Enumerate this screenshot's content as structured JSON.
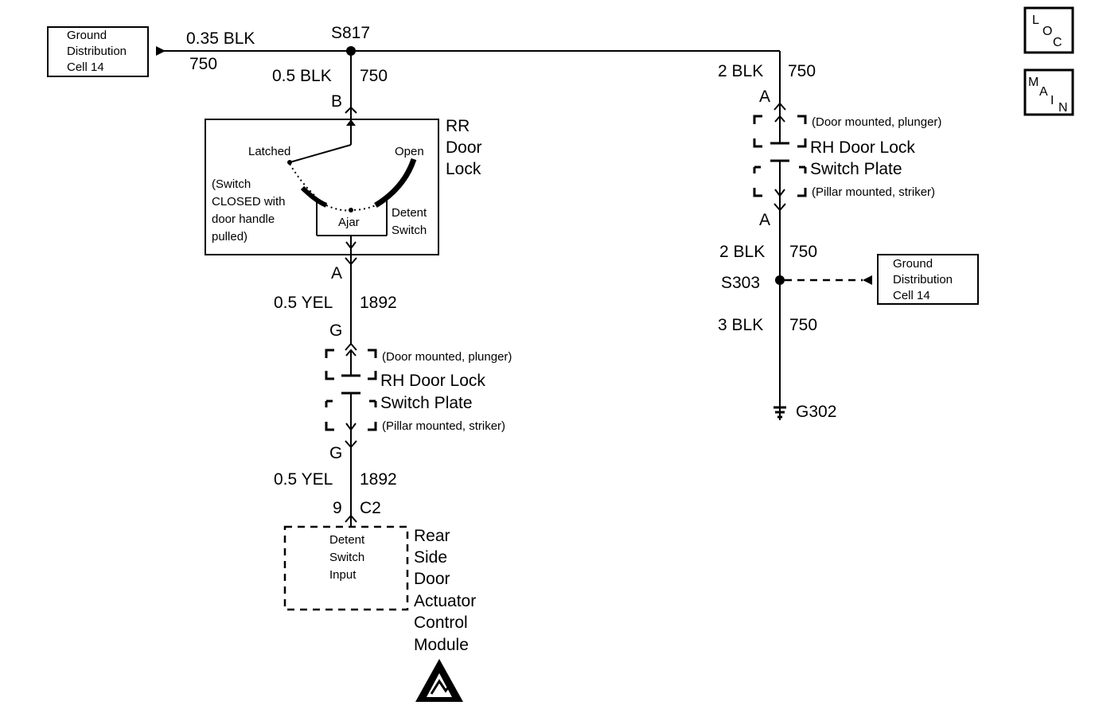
{
  "ground_box_top": {
    "line1": "Ground",
    "line2": "Distribution",
    "line3": "Cell 14"
  },
  "top_wire": {
    "gauge": "0.35 BLK",
    "circuit": "750"
  },
  "splice_s817": "S817",
  "left_branch": {
    "wire1": {
      "gauge": "0.5 BLK",
      "circuit": "750"
    },
    "conn_b": "B",
    "rr_door_lock": {
      "line1": "RR",
      "line2": "Door",
      "line3": "Lock"
    },
    "switch": {
      "latched": "Latched",
      "open": "Open",
      "ajar": "Ajar",
      "detent1": "Detent",
      "detent2": "Switch",
      "note1": "(Switch",
      "note2": "CLOSED with",
      "note3": "door handle",
      "note4": "pulled)"
    },
    "conn_a": "A",
    "wire2": {
      "gauge": "0.5 YEL",
      "circuit": "1892"
    },
    "conn_g_top": "G",
    "plate": {
      "plunger": "(Door mounted, plunger)",
      "title1": "RH Door Lock",
      "title2": "Switch Plate",
      "striker": "(Pillar mounted, striker)"
    },
    "conn_g_bottom": "G",
    "wire3": {
      "gauge": "0.5 YEL",
      "circuit": "1892"
    },
    "conn_9": "9",
    "conn_c2": "C2",
    "module_box": {
      "line1": "Detent",
      "line2": "Switch",
      "line3": "Input"
    },
    "module_name": {
      "line1": "Rear",
      "line2": "Side",
      "line3": "Door",
      "line4": "Actuator",
      "line5": "Control",
      "line6": "Module"
    }
  },
  "right_branch": {
    "wire1": {
      "gauge": "2 BLK",
      "circuit": "750"
    },
    "conn_a_top": "A",
    "plate": {
      "plunger": "(Door mounted, plunger)",
      "title1": "RH Door Lock",
      "title2": "Switch Plate",
      "striker": "(Pillar mounted, striker)"
    },
    "conn_a_bottom": "A",
    "wire2": {
      "gauge": "2 BLK",
      "circuit": "750"
    },
    "splice_s303": "S303",
    "ground_box": {
      "line1": "Ground",
      "line2": "Distribution",
      "line3": "Cell 14"
    },
    "wire3": {
      "gauge": "3 BLK",
      "circuit": "750"
    },
    "ground_g302": "G302"
  },
  "nav_buttons": {
    "loc": {
      "l": "L",
      "o": "O",
      "c": "C"
    },
    "main": {
      "m": "M",
      "a": "A",
      "i": "I",
      "n": "N"
    }
  }
}
